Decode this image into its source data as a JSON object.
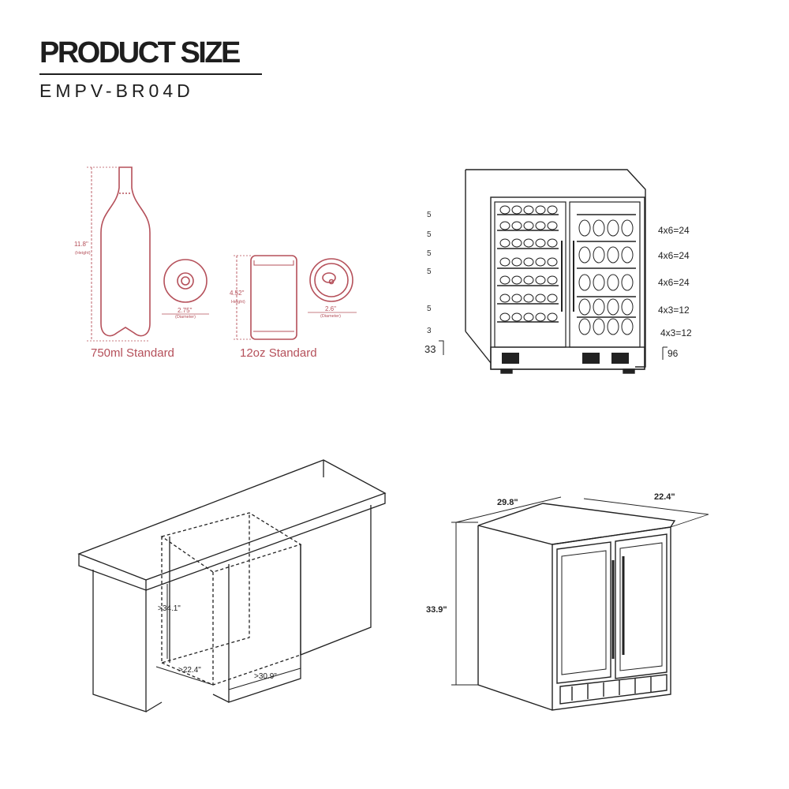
{
  "header": {
    "title": "PRODUCT SIZE",
    "model": "EMPV-BR04D"
  },
  "bottles": {
    "wine": {
      "height": "11.8\"",
      "height_label": "(Height)",
      "diameter": "2.75\"",
      "diameter_label": "(Diameter)",
      "caption": "750ml Standard"
    },
    "can": {
      "height": "4.52\"",
      "height_label": "Height)",
      "diameter": "2.6\"",
      "diameter_label": "(Diameter)",
      "caption": "12oz Standard"
    }
  },
  "capacity": {
    "left_rows": [
      "5",
      "5",
      "5",
      "5",
      "5",
      "3"
    ],
    "left_total": "33",
    "right_rows": [
      "4x6=24",
      "4x6=24",
      "4x6=24",
      "4x3=12",
      "4x3=12"
    ],
    "right_total": "96"
  },
  "installation": {
    "height": ">34.1\"",
    "depth": ">22.4\"",
    "width": ">30.9\""
  },
  "unit": {
    "width": "29.8\"",
    "depth": "22.4\"",
    "height": "33.9\""
  },
  "colors": {
    "accent": "#b5505a",
    "line": "#222222"
  }
}
